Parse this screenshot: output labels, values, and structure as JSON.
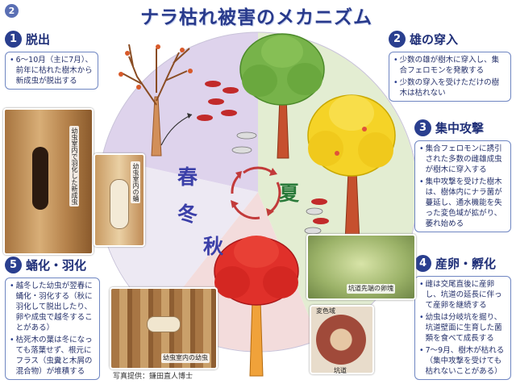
{
  "page_number": "2",
  "title": "ナラ枯れ被害のメカニズム",
  "seasons": {
    "spring": "春",
    "summer": "夏",
    "autumn": "秋",
    "winter": "冬"
  },
  "sections": [
    {
      "num": "1",
      "title": "脱出",
      "bullets": [
        "6～10月（主に7月）、前年に枯れた樹木から新成虫が脱出する"
      ]
    },
    {
      "num": "2",
      "title": "雄の穿入",
      "bullets": [
        "少数の雄が樹木に穿入し、集合フェロモンを発散する",
        "少数の穿入を受けただけの樹木は枯れない"
      ]
    },
    {
      "num": "3",
      "title": "集中攻撃",
      "bullets": [
        "集合フェロモンに誘引された多数の雌雄成虫が樹木に穿入する",
        "集中攻撃を受けた樹木は、樹体内にナラ菌が蔓延し、通水機能を失った変色域が拡がり、萎れ始める"
      ]
    },
    {
      "num": "4",
      "title": "産卵・孵化",
      "bullets": [
        "雌は交尾直後に産卵し、坑道の延長に伴って産卵を継続する",
        "幼虫は分岐坑を掘り、坑道壁面に生育した菌類を食べて成長する",
        "7～9月、樹木が枯れる（集中攻撃を受けても枯れないことがある）"
      ]
    },
    {
      "num": "5",
      "title": "蛹化・羽化",
      "bullets": [
        "越冬した幼虫が翌春に蛹化・羽化する（秋に羽化して脱出したり、卵や成虫で越冬することがある）",
        "枯死木の葉は冬になっても落葉せず、根元にフラス（虫糞と木屑の混合物）が堆積する"
      ]
    }
  ],
  "photo_captions": {
    "pupa_chamber_adult": "幼虫室内で羽化した新成虫",
    "pupa_in_chamber": "幼虫室内の蛹",
    "larva_in_chamber": "幼虫室内の幼虫",
    "egg_mass": "坑道先端の卵塊",
    "discolored_zone": "変色域",
    "tunnel": "坑道"
  },
  "credit": "写真提供：鎌田直人博士"
}
